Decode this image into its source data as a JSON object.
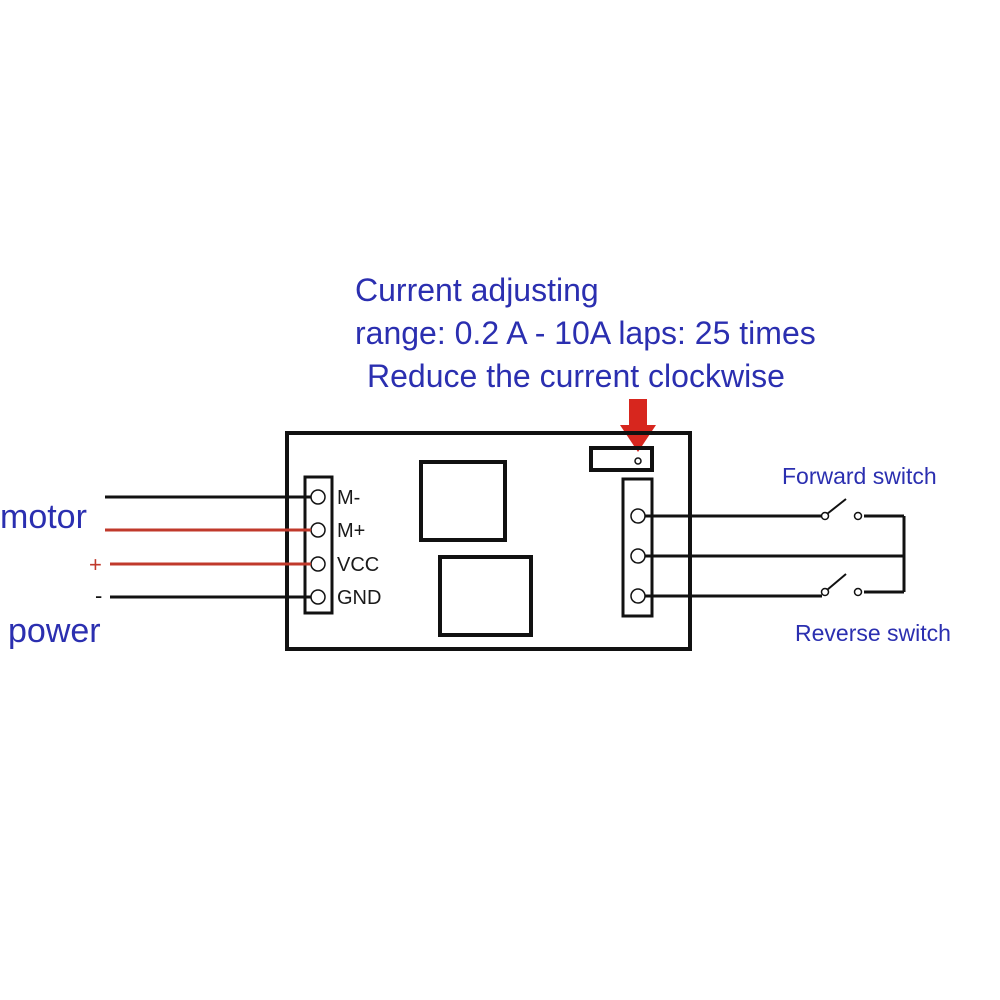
{
  "annotation": {
    "line1": "Current adjusting",
    "line2": "range: 0.2 A - 10A  laps: 25 times",
    "line3": "Reduce the current clockwise"
  },
  "labels": {
    "motor": "motor",
    "power": "power",
    "plus": "+",
    "minus": "-",
    "forward_switch": "Forward switch",
    "reverse_switch": "Reverse switch"
  },
  "pins": [
    "M-",
    "M+",
    "VCC",
    "GND"
  ],
  "colors": {
    "text_blue": "#2b2fb0",
    "wire_red": "#c0392b",
    "arrow_red": "#d7261e",
    "line_black": "#111111"
  }
}
